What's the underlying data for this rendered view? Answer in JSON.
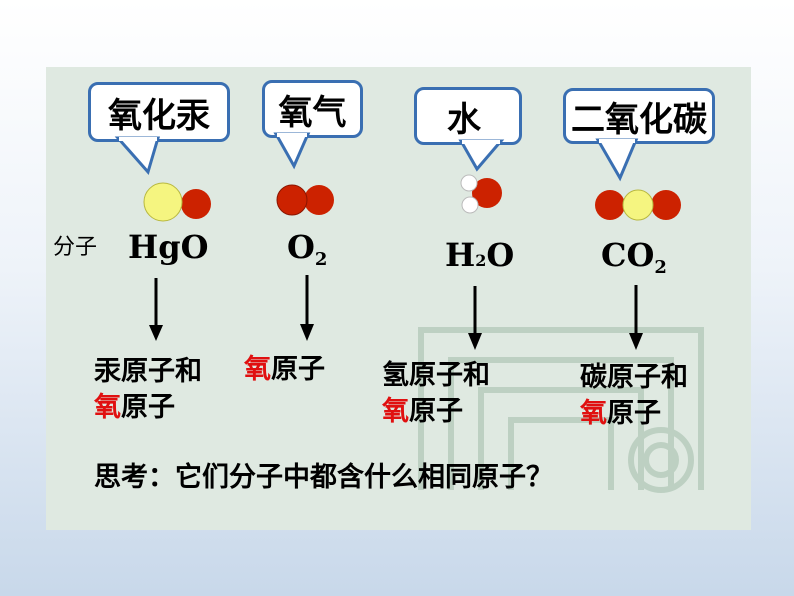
{
  "side_label": "分子",
  "columns": [
    {
      "name": "氧化汞",
      "formula_main": "HgO",
      "formula_sub": "",
      "atoms_line1": "汞原子和",
      "atoms_line2_red": "氧",
      "atoms_line2_rest": "原子"
    },
    {
      "name": "氧气",
      "formula_main": "O",
      "formula_sub": "2",
      "atoms_line1": "",
      "atoms_line2_red": "氧",
      "atoms_line2_rest": "原子"
    },
    {
      "name": "水",
      "formula_pre": "H",
      "formula_sub": "2",
      "formula_post": "O",
      "atoms_line1": "氢原子和",
      "atoms_line2_red": "氧",
      "atoms_line2_rest": "原子"
    },
    {
      "name": "二氧化碳",
      "formula_main": "CO",
      "formula_sub": "2",
      "atoms_line1": "碳原子和",
      "atoms_line2_red": "氧",
      "atoms_line2_rest": "原子"
    }
  ],
  "question": "思考：它们分子中都含什么相同原子？",
  "colors": {
    "slide_background": "#dfe9e1",
    "bubble_border": "#3a6fb2",
    "oxygen_atom": "#cc2200",
    "mercury_atom": "#f5f580",
    "carbon_atom": "#f5f580",
    "hydrogen_atom": "#ffffff",
    "highlight_text": "#e01010"
  }
}
